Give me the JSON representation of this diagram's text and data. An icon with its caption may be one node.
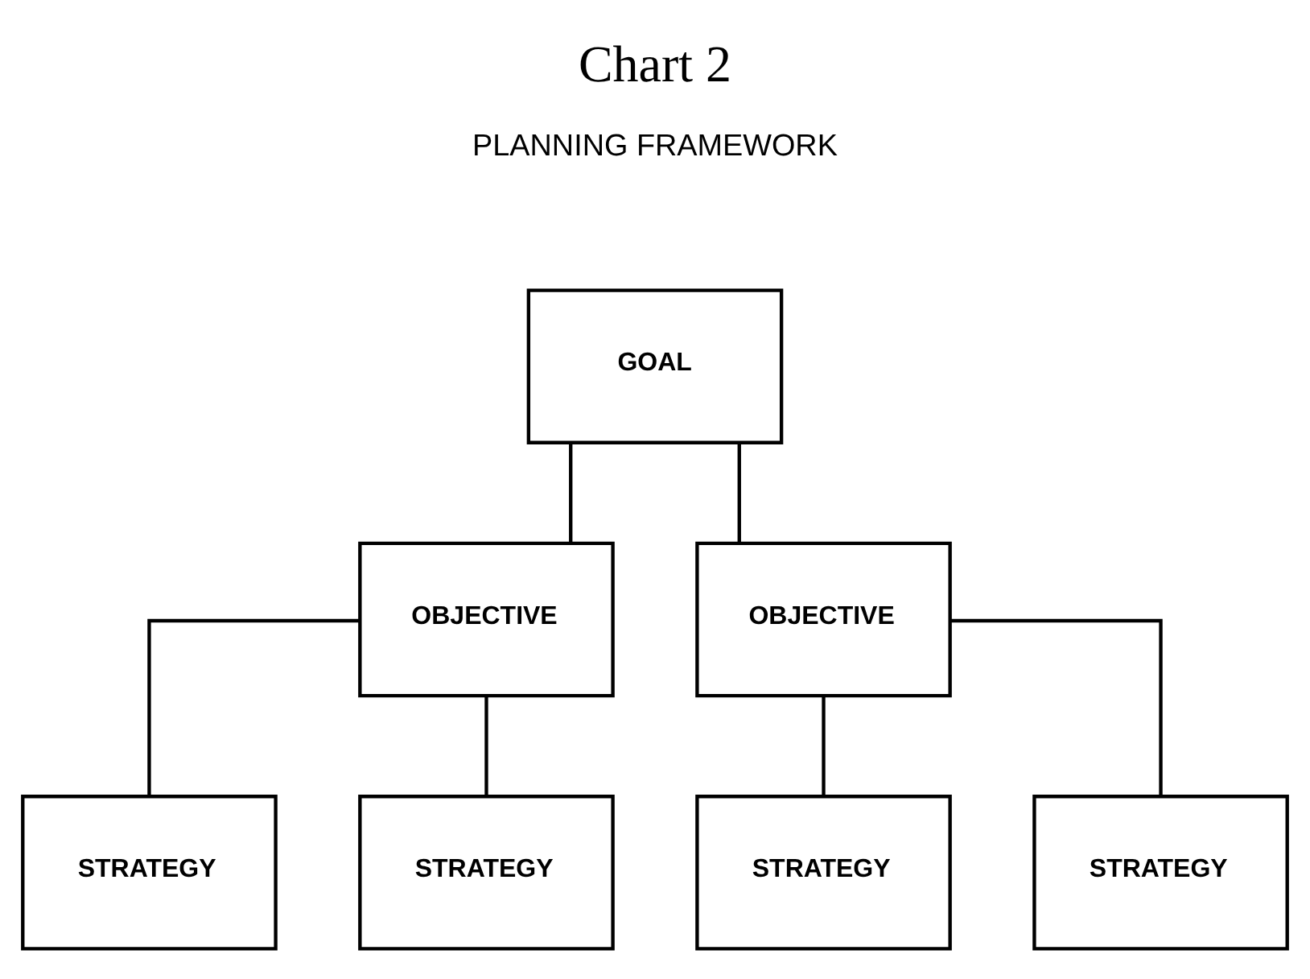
{
  "diagram": {
    "title": "Chart 2",
    "nodes": [
      {
        "text": [
          "GOAL"
        ]
      },
      {
        "text": [
          "OBJECTIVE"
        ]
      },
      {
        "text": [
          "OBJECTIVE"
        ]
      },
      {
        "text": [
          "STRATEGY"
        ]
      },
      {
        "text": [
          "STRATEGY"
        ]
      },
      {
        "text": [
          "STRATEGY"
        ]
      },
      {
        "text": [
          "STRATEGY"
        ]
      }
    ],
    "edges": [
      {
        "from": 0,
        "to": 1,
        "arrow": "none"
      },
      {
        "from": 0,
        "to": 2,
        "arrow": "none"
      },
      {
        "from": 1,
        "to": 3,
        "arrow": "none"
      },
      {
        "from": 1,
        "to": 4,
        "arrow": "none"
      },
      {
        "from": 2,
        "to": 5,
        "arrow": "none"
      },
      {
        "from": 2,
        "to": 6,
        "arrow": "none"
      }
    ],
    "labels": [
      "PLANNING FRAMEWORK"
    ]
  }
}
